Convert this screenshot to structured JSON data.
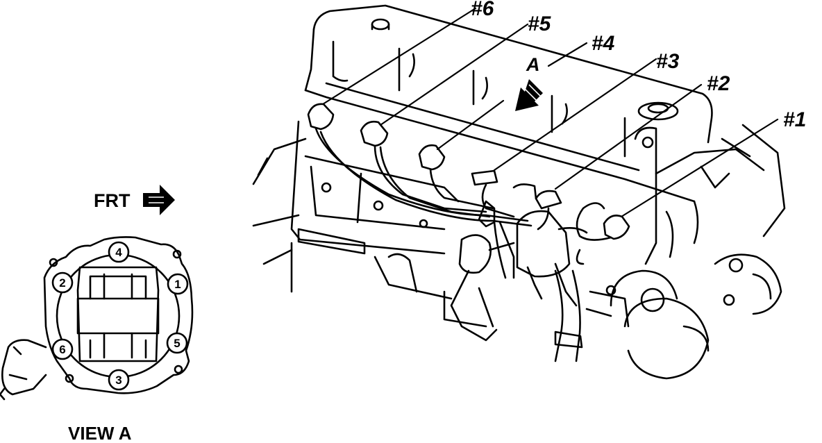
{
  "title": "",
  "leader_labels": [
    "#6",
    "#5",
    "#4",
    "#3",
    "#2",
    "#1"
  ],
  "view_marker": "A",
  "front_label": "FRT",
  "distributor_positions": [
    "4",
    "2",
    "1",
    "6",
    "5",
    "3"
  ],
  "view_caption": "VIEW A"
}
